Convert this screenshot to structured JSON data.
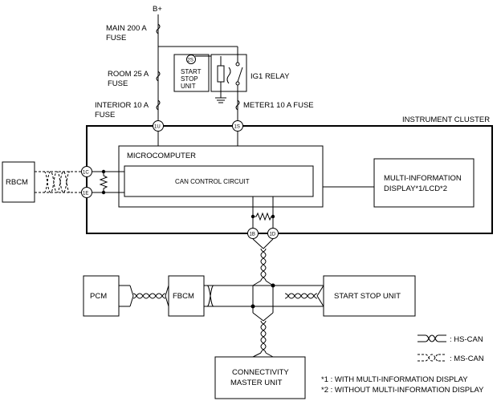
{
  "power": {
    "source": "B+",
    "main_fuse": [
      "MAIN 200 A",
      "FUSE"
    ],
    "room_fuse": [
      "ROOM 25 A",
      "FUSE"
    ],
    "interior_fuse": [
      "INTERIOR 10 A",
      "FUSE"
    ],
    "meter_fuse": "METER1 10 A FUSE",
    "ig1_relay": "IG1 RELAY",
    "start_stop_box": [
      "START",
      "STOP",
      "UNIT"
    ]
  },
  "terminals": {
    "t_1u": "1U",
    "t_1s": "1S",
    "t_2s": "2S",
    "t_1c": "1C",
    "t_1e": "1E",
    "t_1b": "1B",
    "t_1d": "1D"
  },
  "modules": {
    "instrument_cluster": "INSTRUMENT CLUSTER",
    "microcomputer": "MICROCOMPUTER",
    "can_control": "CAN CONTROL CIRCUIT",
    "mid": [
      "MULTI-INFORMATION",
      "DISPLAY*1/LCD*2"
    ],
    "rbcm": "RBCM",
    "pcm": "PCM",
    "fbcm": "FBCM",
    "start_stop_unit": "START STOP UNIT",
    "connectivity": [
      "CONNECTIVITY",
      "MASTER UNIT"
    ]
  },
  "legend": {
    "hs_can": ": HS-CAN",
    "ms_can": ": MS-CAN"
  },
  "notes": [
    "*1 : WITH MULTI-INFORMATION DISPLAY",
    "*2 : WITHOUT MULTI-INFORMATION DISPLAY"
  ]
}
